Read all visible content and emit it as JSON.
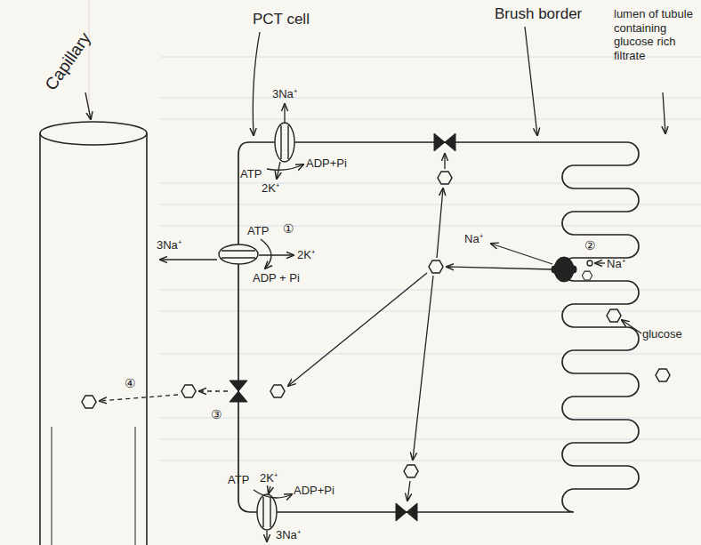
{
  "diagram": {
    "labels": [
      "Capillary",
      "PCT cell",
      "Brush border",
      "lumen of tubule containing glucose rich filtrate",
      "3Na⁺",
      "ATP",
      "ADP+Pi",
      "2K⁺",
      "ATP",
      "①",
      "3Na⁺",
      "2K⁺",
      "ADP + Pi",
      "Na⁺",
      "②",
      "Na⁺",
      "glucose",
      "④",
      "③",
      "ATP",
      "2K⁺",
      "ADP+Pi",
      "3Na⁺"
    ]
  }
}
